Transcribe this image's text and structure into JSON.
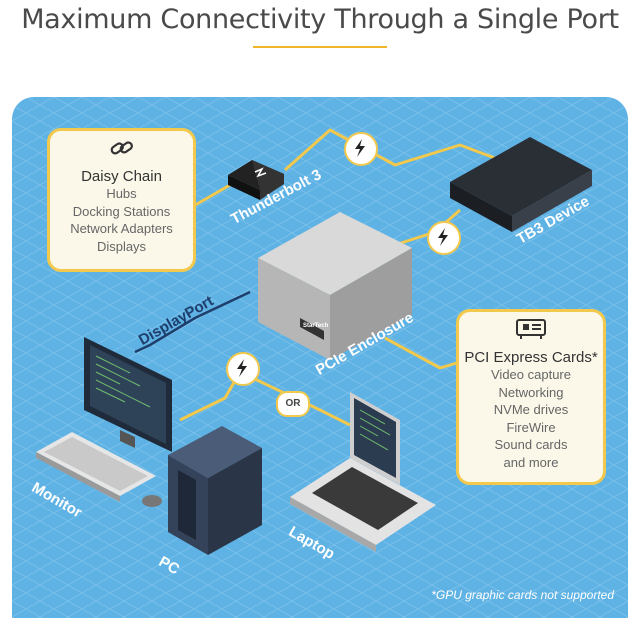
{
  "header": {
    "title": "Maximum Connectivity Through a Single Port"
  },
  "daisy_chain": {
    "title": "Daisy Chain",
    "items": [
      "Hubs",
      "Docking Stations",
      "Network Adapters",
      "Displays"
    ]
  },
  "pci_cards": {
    "title": "PCI Express Cards*",
    "items": [
      "Video capture",
      "Networking",
      "NVMe drives",
      "FireWire",
      "Sound cards",
      "and more"
    ]
  },
  "labels": {
    "thunderbolt": "Thunderbolt 3",
    "tb3_device": "TB3 Device",
    "displayport": "DisplayPort",
    "enclosure": "PCIe Enclosure",
    "monitor": "Monitor",
    "pc": "PC",
    "laptop": "Laptop",
    "or": "OR",
    "brand": "StarTech"
  },
  "footnote": "*GPU graphic cards not supported",
  "icons": [
    "link-icon",
    "pci-card-icon",
    "thunderbolt-icon"
  ],
  "colors": {
    "background": "#5fb2e4",
    "accent": "#f2c94c",
    "card_fill": "#fbf8ea",
    "dark_label": "#1e3e6c"
  }
}
